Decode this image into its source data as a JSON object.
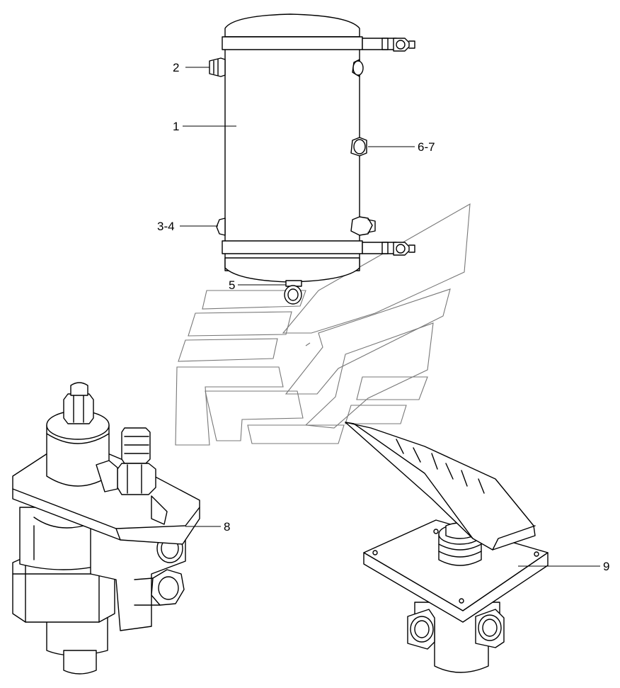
{
  "callouts": {
    "c1": "1",
    "c2": "2",
    "c34": "3-4",
    "c5": "5",
    "c67": "6-7",
    "c8": "8",
    "c9": "9"
  }
}
